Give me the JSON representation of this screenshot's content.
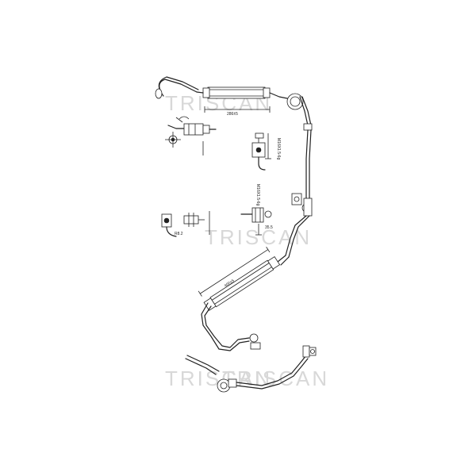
{
  "brand": {
    "watermark": "TRISCAN"
  },
  "dimensions": {
    "top_hose_length": "286±5",
    "center_hose_length": "400±5",
    "thread_upper": "M16X1.5-6g",
    "thread_middle": "M16X1.5-6g",
    "note_left": "R8.2",
    "note_mid": "35.5"
  },
  "colors": {
    "line": "#222222",
    "watermark": "#d8d8d8",
    "background": "#ffffff"
  }
}
